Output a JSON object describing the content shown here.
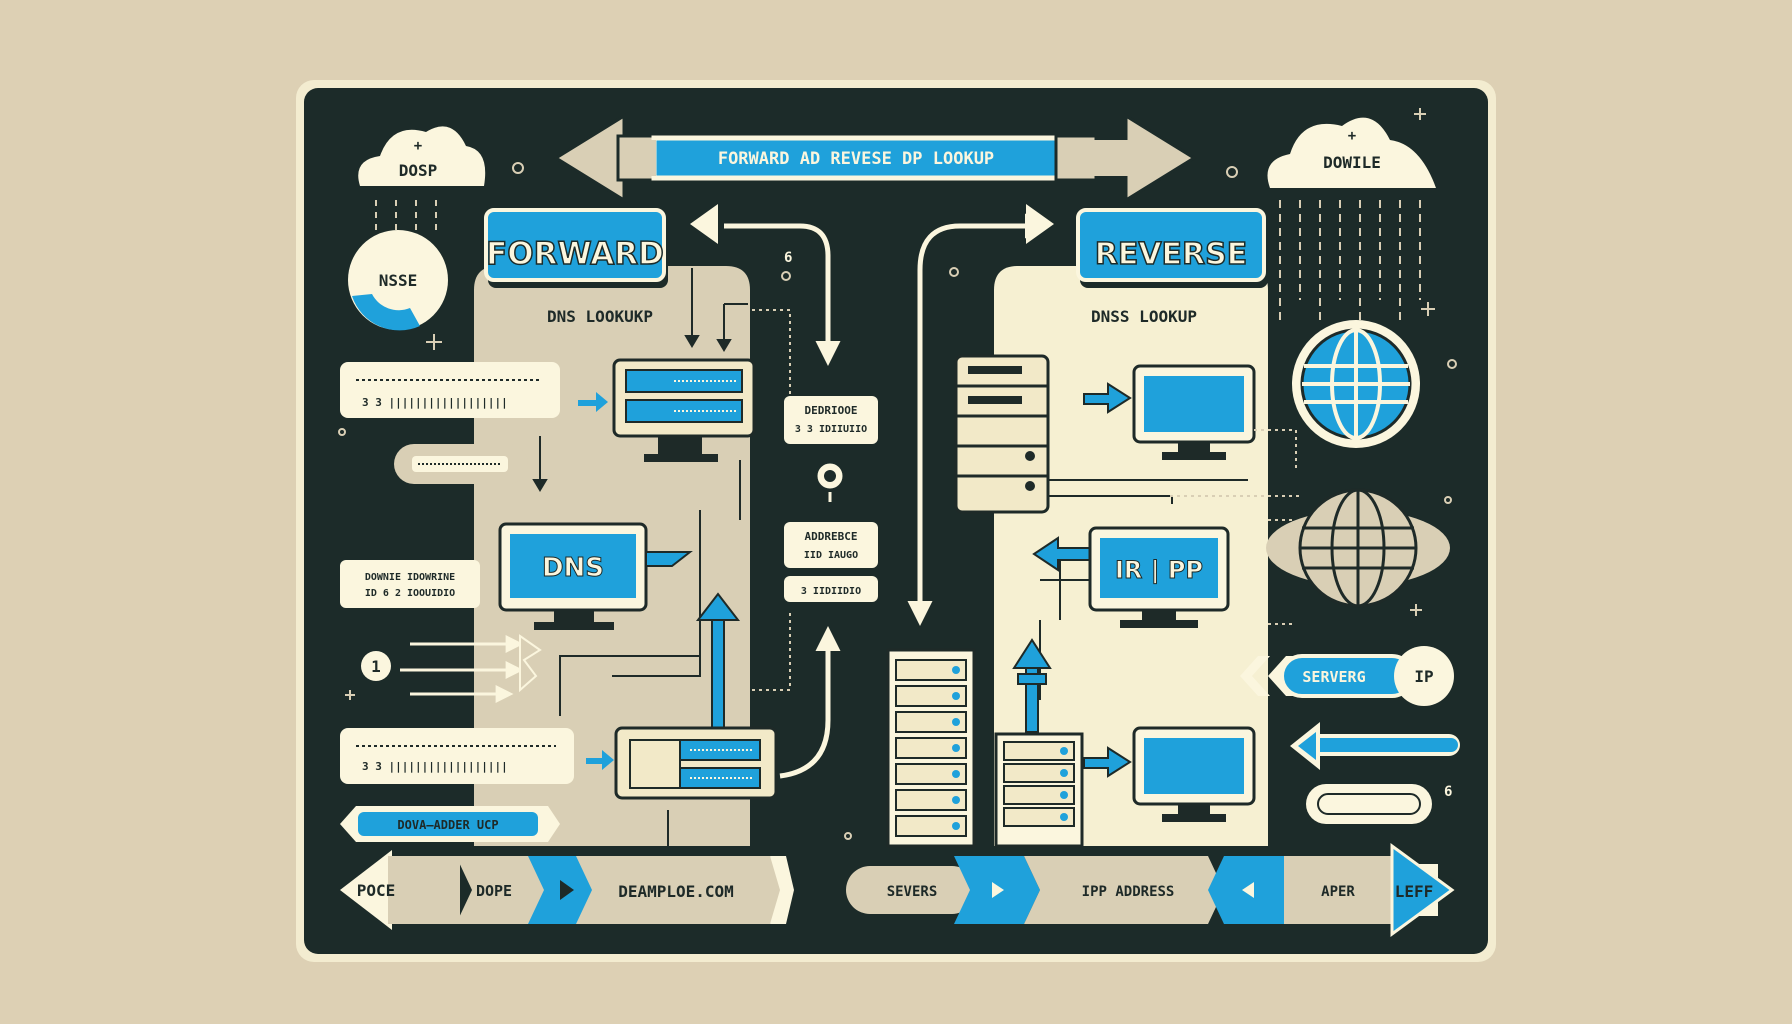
{
  "banner": {
    "title": "FORWARD AD REVESE DP LOOKUP"
  },
  "clouds": {
    "left": "DOSP",
    "right": "DOWILE"
  },
  "badge": "NSSE",
  "forward": {
    "title": "FORWARD",
    "subtitle": "DNS LOOKUKP",
    "monitor_label": "DNS"
  },
  "reverse": {
    "title": "REVERSE",
    "subtitle": "DNSS LOOKUP",
    "monitor_label": "IR | PP"
  },
  "left_side": {
    "box1_line": "3 3 ||||||||||||||||||",
    "box2_line1": "DOWNIE IDOWRINE",
    "box2_line2": "ID 6 2 IOOUIDIO",
    "box3_line": "3 3 ||||||||||||||||||",
    "step_number": "1",
    "tag": "DOVA—ADDER UCP"
  },
  "center": {
    "box1_line1": "DEDRIOOE",
    "box1_line2": "3 3 IDIIUIIO",
    "box2_line1": "ADDREBCE",
    "box2_line2": "IID IAUGO",
    "box3_line": "3 IIDIIDIO",
    "number_mark": "6"
  },
  "right_side": {
    "servers_label": "SERVERG",
    "ip_badge": "IP",
    "number_mark": "6"
  },
  "bottom_left": {
    "start": "POCE",
    "dope": "DOPE",
    "domain": "DEAMPLOE.COM"
  },
  "bottom_right": {
    "servers": "SEVERS",
    "ip": "IPP ADDRESS",
    "aper": "APER",
    "end": "LEFF"
  },
  "colors": {
    "background": "#ddd0b4",
    "panel": "#1c2b29",
    "cream": "#fbf6de",
    "tan": "#d9cfb5",
    "blue": "#1fa1db",
    "ink": "#1e2a28"
  }
}
